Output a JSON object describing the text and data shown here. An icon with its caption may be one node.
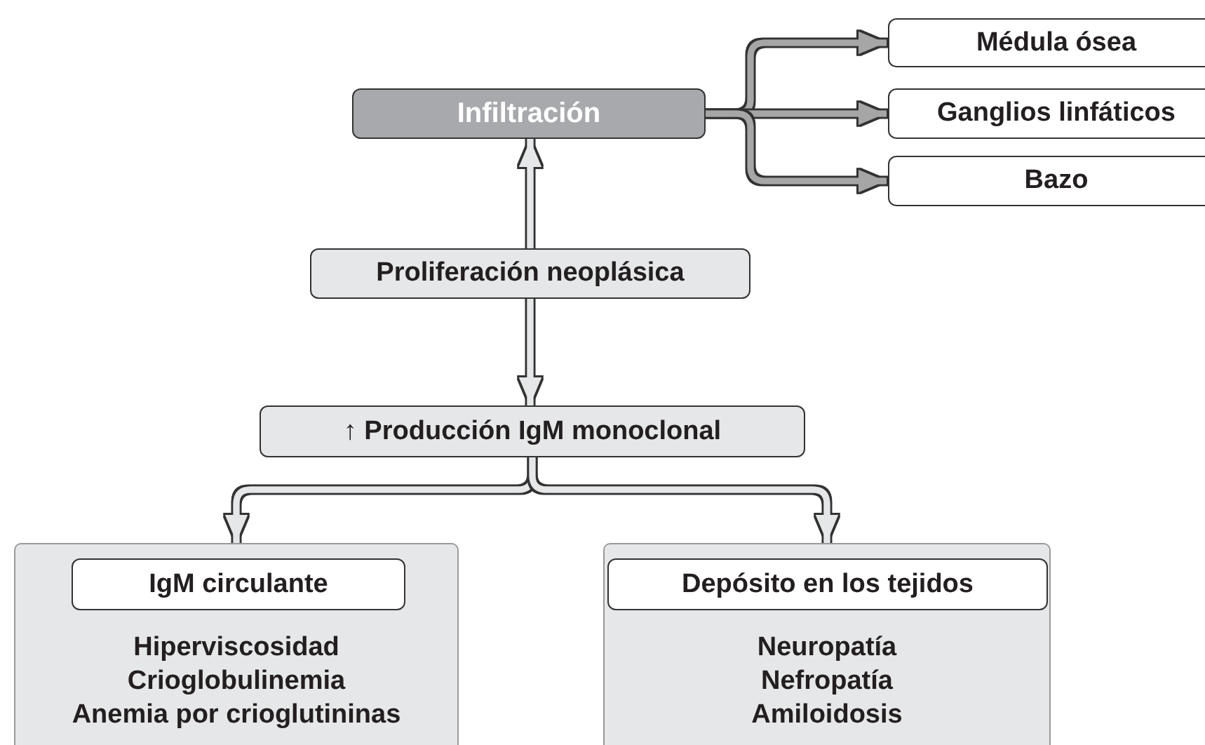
{
  "diagram": {
    "nodes": [
      {
        "text": [
          "Infiltración"
        ]
      },
      {
        "text": [
          "Médula ósea"
        ]
      },
      {
        "text": [
          "Ganglios linfáticos"
        ]
      },
      {
        "text": [
          "Bazo"
        ]
      },
      {
        "text": [
          "Proliferación neoplásica"
        ]
      },
      {
        "text": [
          "↑ Producción IgM monoclonal"
        ]
      },
      {
        "text": [
          "Hiperviscosidad",
          "Crioglobulinemia",
          "Anemia por crioglutininas"
        ]
      },
      {
        "text": [
          "IgM circulante"
        ],
        "in": 6
      },
      {
        "text": [
          "Neuropatía",
          "Nefropatía",
          "Amiloidosis"
        ]
      },
      {
        "text": [
          "Depósito en los tejidos"
        ],
        "in": 8
      }
    ],
    "edges": [
      {
        "from": 4,
        "to": 0,
        "arrow": "to"
      },
      {
        "from": 0,
        "to": 1,
        "arrow": "to",
        "color": "#a6a6a6"
      },
      {
        "from": 0,
        "to": 2,
        "arrow": "to",
        "color": "#a6a6a6"
      },
      {
        "from": 0,
        "to": 3,
        "arrow": "to",
        "color": "#a6a6a6"
      },
      {
        "from": 4,
        "to": 5,
        "arrow": "to"
      },
      {
        "from": 5,
        "to": 6,
        "arrow": "to"
      },
      {
        "from": 5,
        "to": 8,
        "arrow": "to"
      }
    ]
  }
}
